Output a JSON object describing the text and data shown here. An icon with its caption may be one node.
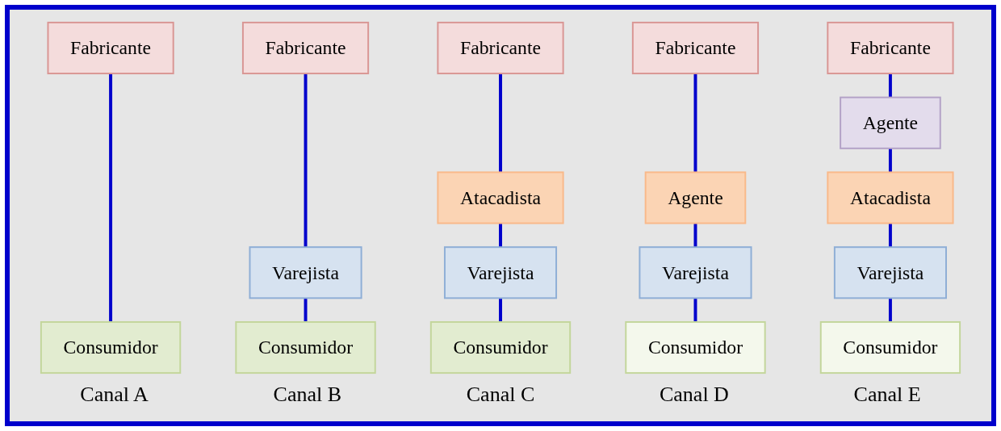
{
  "diagram": {
    "nodes": [
      {
        "text": [
          "Fabricante"
        ]
      },
      {
        "text": [
          "Consumidor"
        ]
      },
      {
        "text": [
          "Fabricante"
        ]
      },
      {
        "text": [
          "Varejista"
        ]
      },
      {
        "text": [
          "Consumidor"
        ]
      },
      {
        "text": [
          "Fabricante"
        ]
      },
      {
        "text": [
          "Atacadista"
        ]
      },
      {
        "text": [
          "Varejista"
        ]
      },
      {
        "text": [
          "Consumidor"
        ]
      },
      {
        "text": [
          "Fabricante"
        ]
      },
      {
        "text": [
          "Agente"
        ]
      },
      {
        "text": [
          "Varejista"
        ]
      },
      {
        "text": [
          "Consumidor"
        ]
      },
      {
        "text": [
          "Fabricante"
        ]
      },
      {
        "text": [
          "Agente"
        ]
      },
      {
        "text": [
          "Atacadista"
        ]
      },
      {
        "text": [
          "Varejista"
        ]
      },
      {
        "text": [
          "Consumidor"
        ]
      }
    ],
    "edges": [
      {
        "from": 0,
        "to": 1,
        "arrow": "none"
      },
      {
        "from": 2,
        "to": 3,
        "arrow": "none"
      },
      {
        "from": 3,
        "to": 4,
        "arrow": "none"
      },
      {
        "from": 5,
        "to": 6,
        "arrow": "none"
      },
      {
        "from": 6,
        "to": 7,
        "arrow": "none"
      },
      {
        "from": 7,
        "to": 8,
        "arrow": "none"
      },
      {
        "from": 9,
        "to": 10,
        "arrow": "none"
      },
      {
        "from": 10,
        "to": 11,
        "arrow": "none"
      },
      {
        "from": 11,
        "to": 12,
        "arrow": "none"
      },
      {
        "from": 13,
        "to": 14,
        "arrow": "none"
      },
      {
        "from": 14,
        "to": 15,
        "arrow": "none"
      },
      {
        "from": 15,
        "to": 16,
        "arrow": "none"
      },
      {
        "from": 16,
        "to": 17,
        "arrow": "none"
      }
    ],
    "labels": [
      "Canal A",
      "Canal B",
      "Canal C",
      "Canal D",
      "Canal E"
    ]
  }
}
